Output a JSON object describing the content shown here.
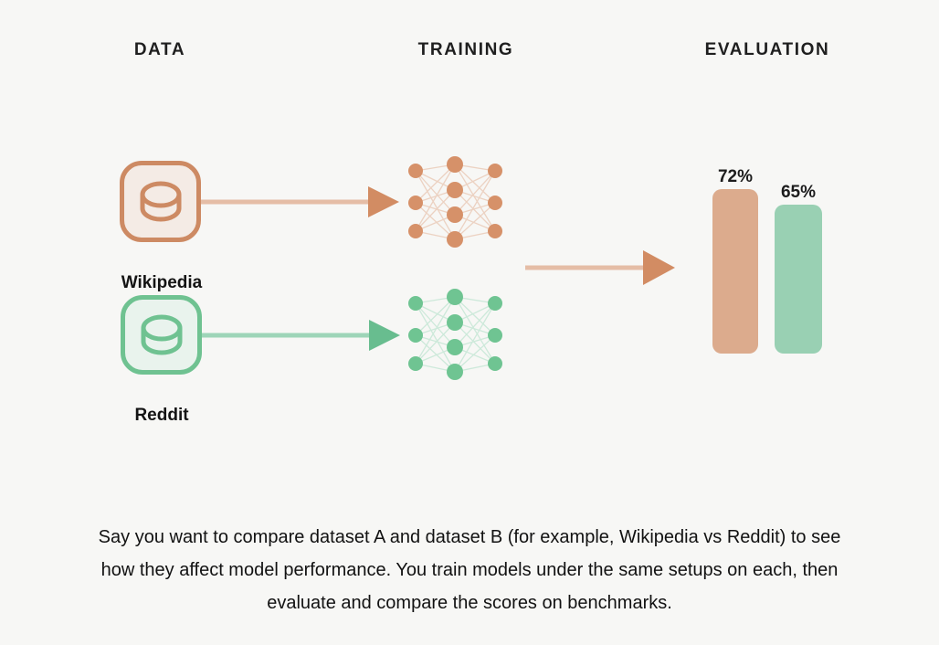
{
  "headers": {
    "data": "DATA",
    "training": "TRAINING",
    "evaluation": "EVALUATION"
  },
  "datasets": [
    {
      "name": "Wikipedia",
      "icon": "database-icon"
    },
    {
      "name": "Reddit",
      "icon": "database-icon"
    }
  ],
  "networks": [
    {
      "dataset": "Wikipedia",
      "layers": [
        3,
        4,
        3
      ]
    },
    {
      "dataset": "Reddit",
      "layers": [
        3,
        4,
        3
      ]
    }
  ],
  "evaluation": {
    "bars": [
      {
        "dataset": "Wikipedia",
        "label": "72%",
        "value": 72,
        "color": "#dcab8d"
      },
      {
        "dataset": "Reddit",
        "label": "65%",
        "value": 65,
        "color": "#99d0b3"
      }
    ]
  },
  "chart_data": {
    "type": "bar",
    "categories": [
      "Wikipedia",
      "Reddit"
    ],
    "values": [
      72,
      65
    ],
    "labels": [
      "72%",
      "65%"
    ],
    "title": "EVALUATION",
    "xlabel": "",
    "ylabel": "",
    "ylim": [
      0,
      100
    ]
  },
  "caption": {
    "lines": [
      "Say you want to compare dataset A and dataset B (for example, Wikipedia vs Reddit) to see",
      "how they affect model performance. You train models under the same setups on each, then",
      "evaluate and compare the scores on benchmarks."
    ]
  },
  "colors": {
    "background": "#f7f7f5",
    "heading_text": "#1f1f1f",
    "body_text": "#121212",
    "orange": {
      "border": "#cd8a63",
      "box_fill": "#f4ebe5",
      "node": "#d69169",
      "net_link": "#ecd2c2",
      "arrow_line": "#e5bda6",
      "arrow_head": "#d28c63",
      "bar": "#dcab8d"
    },
    "green": {
      "border": "#6fc291",
      "box_fill": "#e9f3ed",
      "node": "#6fc492",
      "net_link": "#cde9da",
      "arrow_line": "#9ed5b8",
      "arrow_head": "#68bd8f",
      "bar": "#99d0b3"
    }
  }
}
